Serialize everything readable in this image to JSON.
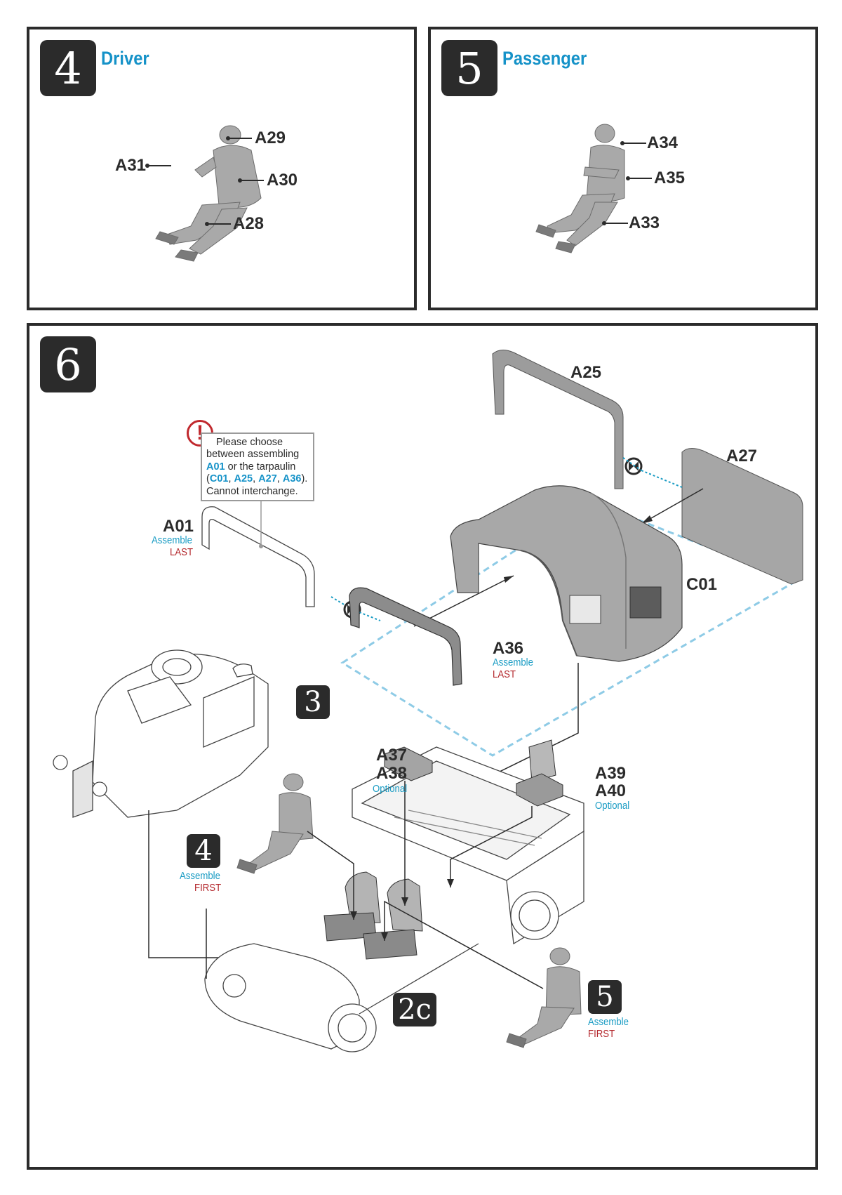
{
  "steps": {
    "step4": {
      "number": "4",
      "title": "Driver",
      "parts": [
        "A29",
        "A31",
        "A30",
        "A28"
      ]
    },
    "step5": {
      "number": "5",
      "title": "Passenger",
      "parts": [
        "A34",
        "A35",
        "A33"
      ]
    },
    "step6": {
      "number": "6",
      "warning": {
        "icon": "exclamation-icon",
        "text_1": "Please choose between assembling ",
        "part_a": "A01",
        "text_2": " or the tarpaulin (",
        "part_c01": "C01",
        "sep_1": ", ",
        "part_a25": "A25",
        "sep_2": ", ",
        "part_a27": "A27",
        "sep_3": ", ",
        "part_a36": "A36",
        "text_3": ").  Cannot interchange."
      },
      "parts": {
        "a25": "A25",
        "a27": "A27",
        "a01": "A01",
        "c01": "C01",
        "a36": "A36",
        "a37": "A37",
        "a38": "A38",
        "a39": "A39",
        "a40": "A40"
      },
      "notes": {
        "assemble": "Assemble",
        "last": "LAST",
        "first": "FIRST",
        "optional": "Optional"
      },
      "refs": {
        "cab": "3",
        "driver": "4",
        "passenger": "5",
        "chassis": "2c"
      }
    }
  },
  "colors": {
    "accent_blue": "#1592c8",
    "warning_red": "#c0282d",
    "badge_dark": "#2b2b2b",
    "guide_dashed": "#8ecbe6"
  }
}
